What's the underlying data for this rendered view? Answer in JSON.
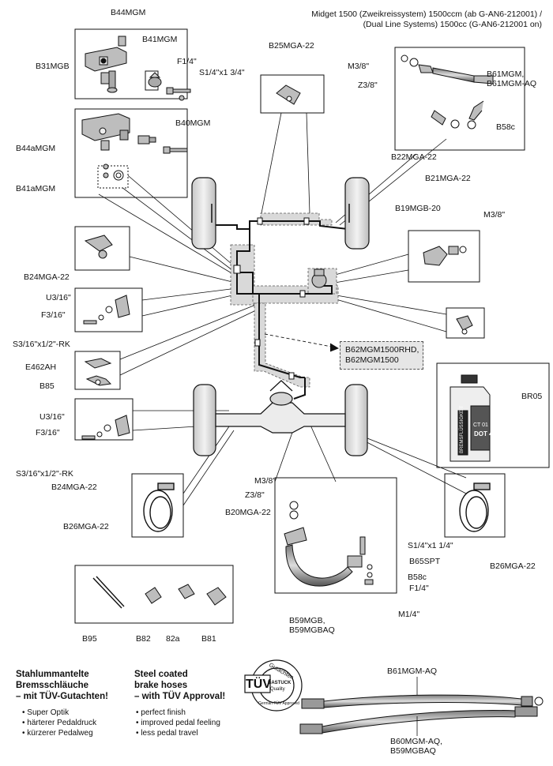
{
  "header": {
    "line1": "Midget 1500 (Zweikreissystem) 1500ccm (ab G-AN6-212001) /",
    "line2": "(Dual Line Systems) 1500cc (G-AN6-212001 on)"
  },
  "labels": {
    "b44mgm": "B44MGM",
    "b41mgm": "B41MGM",
    "b31mgb": "B31MGB",
    "f1_4": "F1/4\"",
    "s1_4_1_3_4": "S1/4\"x1 3/4\"",
    "b25mga22": "B25MGA-22",
    "m3_8_top": "M3/8\"",
    "z3_8_top": "Z3/8\"",
    "b61mgm_line1": "B61MGM,",
    "b61mgm_line2": "B61MGM-AQ",
    "b58c_top": "B58c",
    "b22mga22": "B22MGA-22",
    "b21mga22": "B21MGA-22",
    "b40mgm": "B40MGM",
    "b44amgm": "B44aMGM",
    "b41amgm": "B41aMGM",
    "b19mgb20": "B19MGB-20",
    "m3_8_mid": "M3/8\"",
    "b24mga22_top": "B24MGA-22",
    "u3_16_top": "U3/16\"",
    "f3_16_top": "F3/16\"",
    "s3_16_top": "S3/16\"x1/2\"-RK",
    "e462ah": "E462AH",
    "b85": "B85",
    "pipe_line1": "B62MGM1500RHD,",
    "pipe_line2": "B62MGM1500",
    "br05": "BR05",
    "u3_16_bot": "U3/16\"",
    "f3_16_bot": "F3/16\"",
    "s3_16_bot": "S3/16\"x1/2\"-RK",
    "b24mga22_bot": "B24MGA-22",
    "b26mga22_left": "B26MGA-22",
    "m3_8_low": "M3/8\"",
    "z3_8_low": "Z3/8\"",
    "b20mga22": "B20MGA-22",
    "s1_4_1_1_4": "S1/4\"x1 1/4\"",
    "b65spt": "B65SPT",
    "b58c_low": "B58c",
    "f1_4_low": "F1/4\"",
    "m1_4": "M1/4\"",
    "b59_line1": "B59MGB,",
    "b59_line2": "B59MGBAQ",
    "b26mga22_right": "B26MGA-22",
    "b95": "B95",
    "b82": "B82",
    "b82a": "82a",
    "b81": "B81",
    "hose_top": "B61MGM-AQ",
    "hose_bot_line1": "B60MGM-AQ,",
    "hose_bot_line2": "B59MGBAQ"
  },
  "bottle": {
    "label": "DOT 4",
    "sublabel": "CT 01",
    "side_text": "BREMSFLÜSSIGKEIT"
  },
  "tuv_badge": {
    "brand": "TÜV",
    "ring_text": "Gutachten",
    "inner1": "BASTUCK",
    "inner2": "Quality",
    "bottom_ring": "German TÜV Approved"
  },
  "features_de": {
    "title1": "Stahlummantelte",
    "title2": "Bremsschläuche",
    "title3": "– mit TÜV-Gutachten!",
    "bullets": [
      "Super Optik",
      "härterer Pedaldruck",
      "kürzerer Pedalweg"
    ]
  },
  "features_en": {
    "title1": "Steel coated",
    "title2": "brake hoses",
    "title3": "– with TÜV Approval!",
    "bullets": [
      "perfect finish",
      "improved pedal feeling",
      "less pedal travel"
    ]
  },
  "colors": {
    "line": "#111111",
    "dash_bg": "#d9d9d9",
    "tag_bg": "#e6e6e6",
    "part_grey": "#bdbdbd"
  }
}
